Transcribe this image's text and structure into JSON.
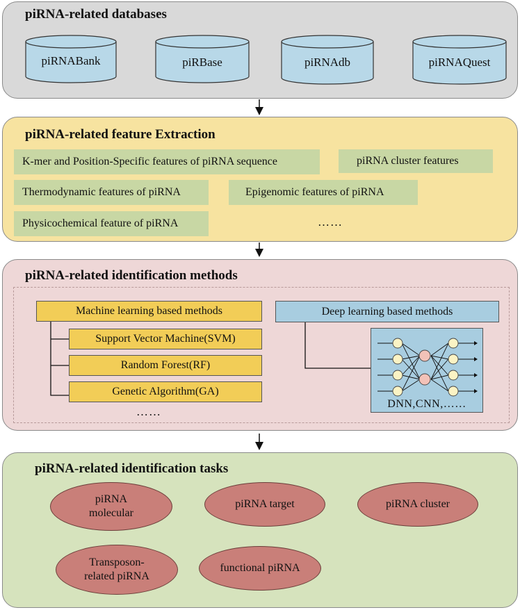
{
  "databases": {
    "title": "piRNA-related databases",
    "items": [
      "piRNABank",
      "piRBase",
      "piRNAdb",
      "piRNAQuest"
    ]
  },
  "features": {
    "title": "piRNA-related feature Extraction",
    "items": [
      "K-mer and Position-Specific features of piRNA sequence",
      "piRNA cluster features",
      "Thermodynamic features of piRNA",
      "Epigenomic features of piRNA",
      "Physicochemical feature of piRNA"
    ],
    "more": "……"
  },
  "methods": {
    "title": "piRNA-related identification methods",
    "ml_label": "Machine learning based methods",
    "ml_items": [
      "Support Vector Machine(SVM)",
      "Random Forest(RF)",
      "Genetic Algorithm(GA)"
    ],
    "ml_more": "……",
    "dl_label": "Deep learning based methods",
    "dl_caption": "DNN,CNN,……"
  },
  "tasks": {
    "title": "piRNA-related identification tasks",
    "items": [
      "piRNA\nmolecular",
      "piRNA target",
      "piRNA cluster",
      "Transposon-\nrelated piRNA",
      "functional piRNA"
    ]
  }
}
